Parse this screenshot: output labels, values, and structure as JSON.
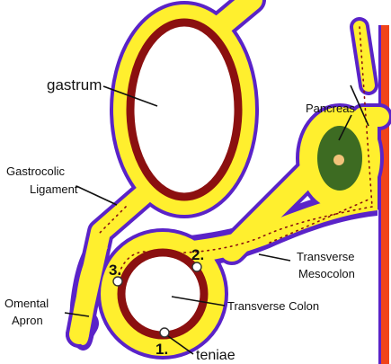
{
  "labels": {
    "gastrum": "gastrum",
    "pancreas": "Pancreas",
    "gastrocolic_1": "Gastrocolic",
    "gastrocolic_2": "Ligament",
    "omental_1": "Omental",
    "omental_2": "Apron",
    "transverse_mesocolon_1": "Transverse",
    "transverse_mesocolon_2": "Mesocolon",
    "transverse_colon": "Transverse Colon",
    "teniae": "teniae"
  },
  "markers": {
    "one": "1.",
    "two": "2.",
    "three": "3."
  },
  "colors": {
    "peritoneum": "#ffef2e",
    "outline": "#5a23c8",
    "organ_wall": "#8b1010",
    "pancreas": "#3d6b22",
    "pancreas_core": "#f2c27a",
    "body_wall": "#f0441a",
    "dots": "#8b1010"
  }
}
